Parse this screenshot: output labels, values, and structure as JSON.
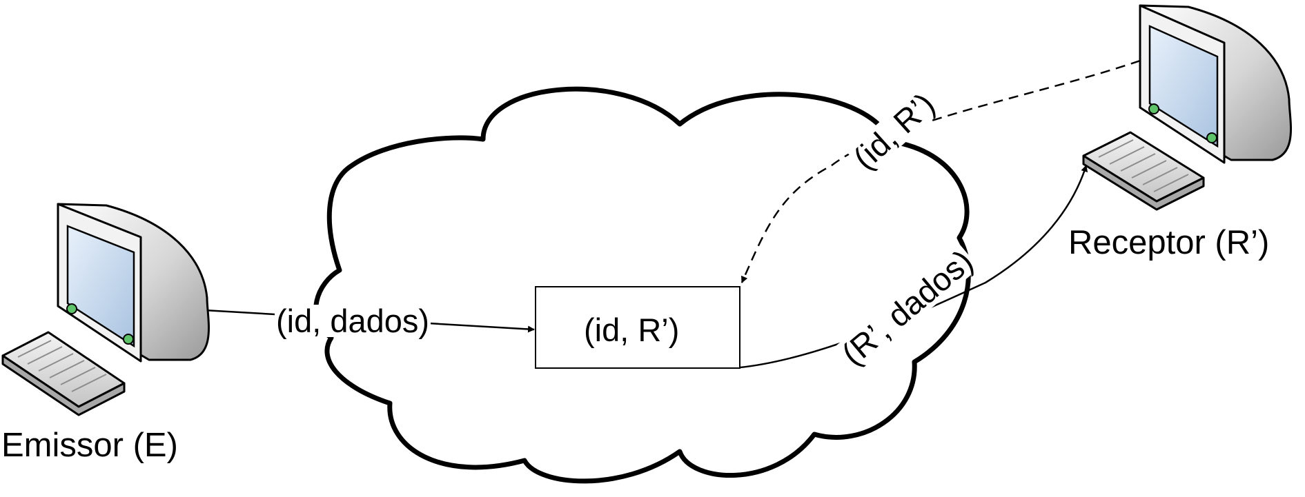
{
  "emitter": {
    "label": "Emissor (E)",
    "icon": "computer-icon"
  },
  "receiver": {
    "label": "Receptor (R’)",
    "icon": "computer-icon"
  },
  "network": {
    "icon": "cloud-icon"
  },
  "mapping_box": {
    "text": "(id, R’)"
  },
  "messages": {
    "send": "(id, dados)",
    "lookup": "(id, R’)",
    "forward": "(R’, dados)"
  }
}
